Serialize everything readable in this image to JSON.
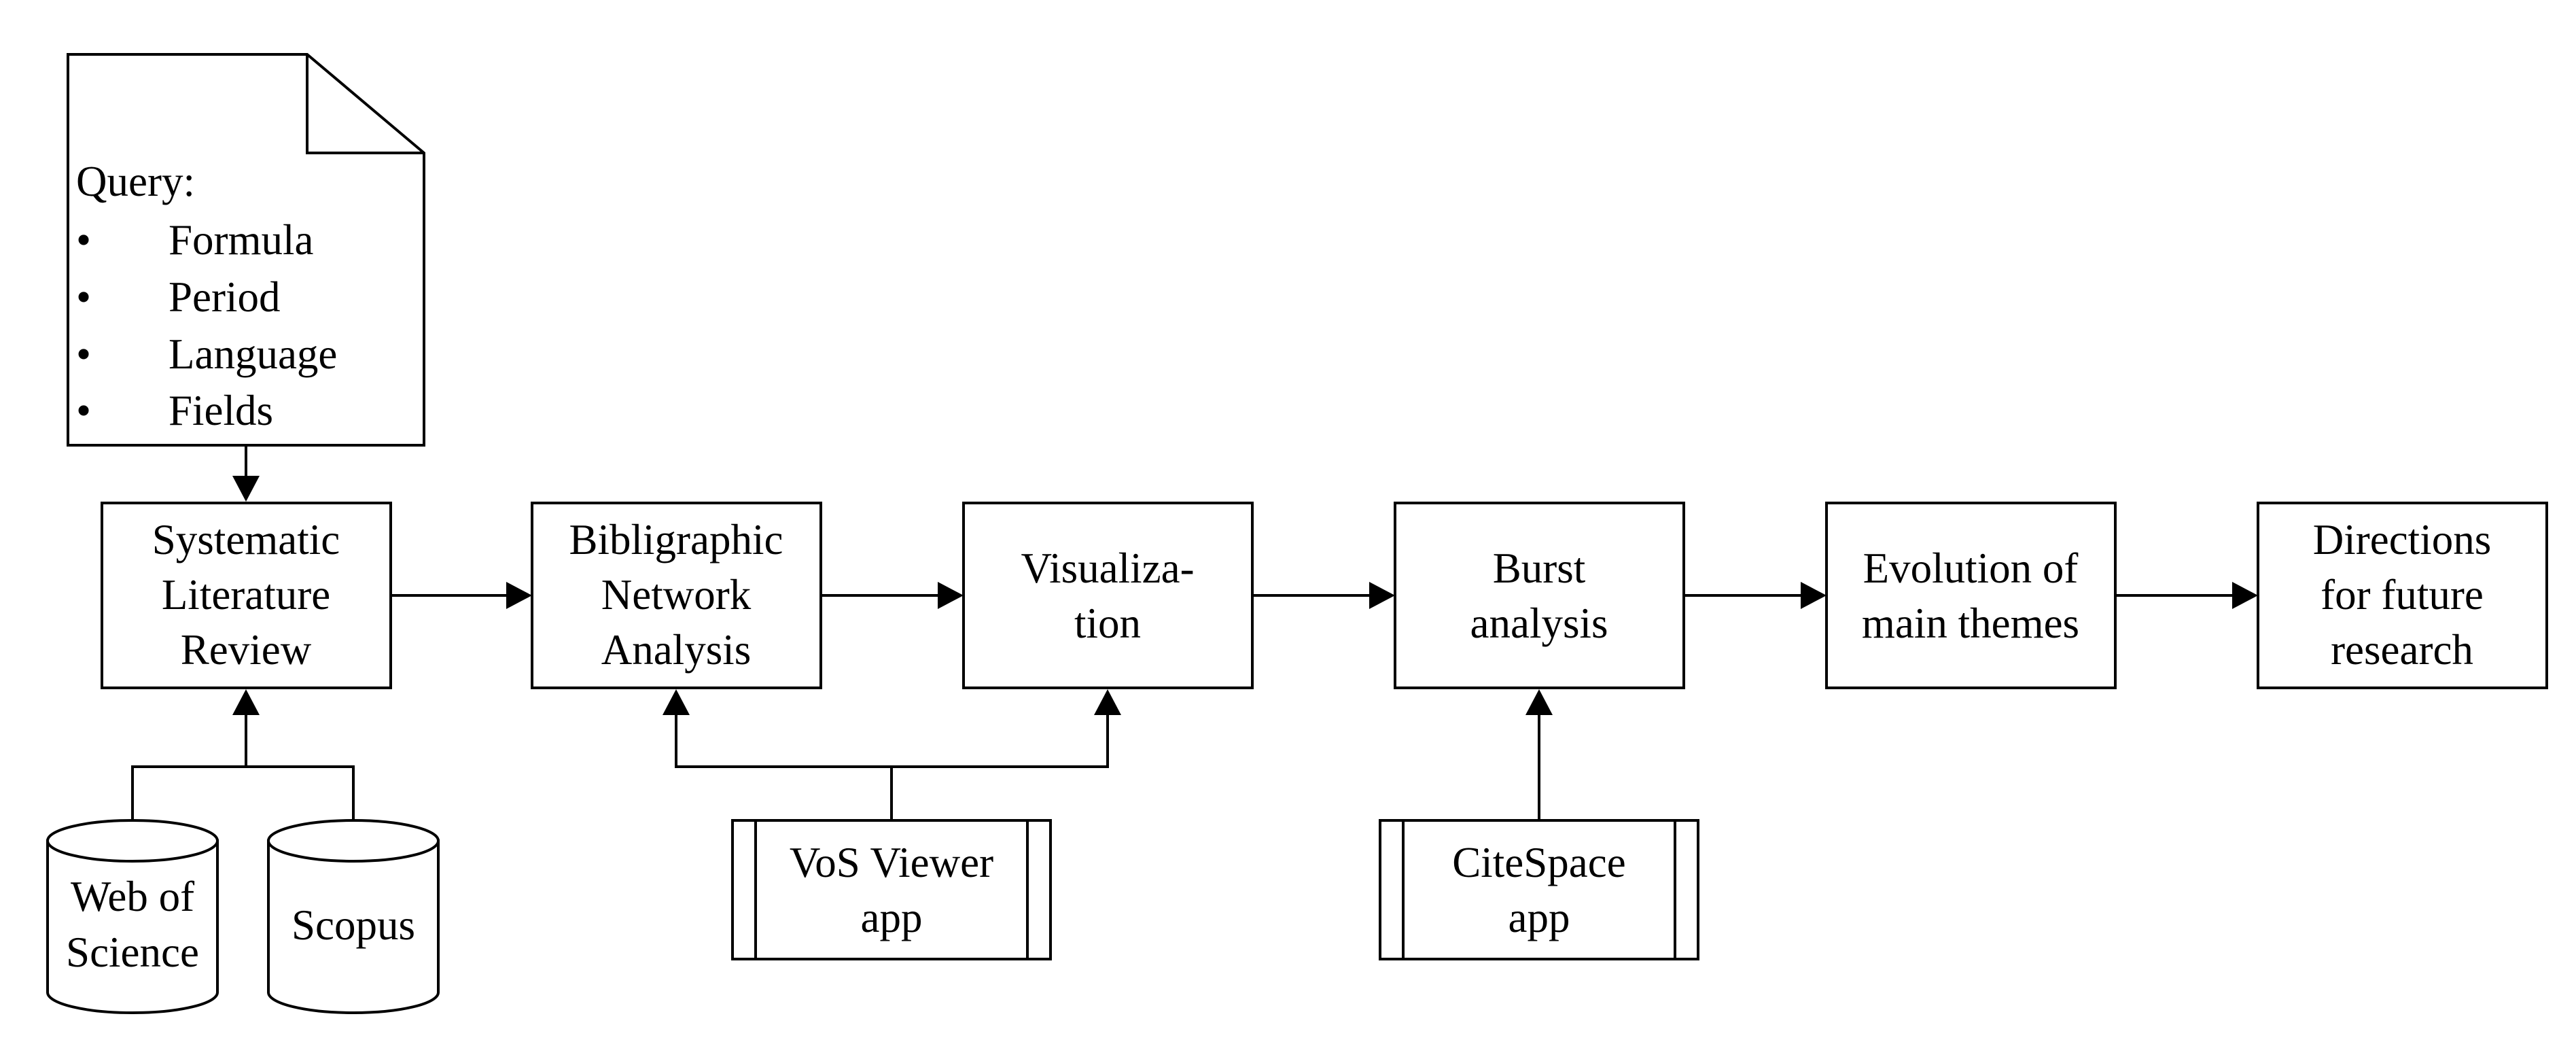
{
  "query_document": {
    "title": "Query:",
    "items": [
      "Formula",
      "Period",
      "Language",
      "Fields"
    ],
    "bullet": "•"
  },
  "process_steps": [
    {
      "id": "systematic-literature-review",
      "lines": [
        "Systematic",
        "Literature",
        "Review"
      ]
    },
    {
      "id": "bibliographic-network-analysis",
      "lines": [
        "Bibligraphic",
        "Network",
        "Analysis"
      ]
    },
    {
      "id": "visualization",
      "lines": [
        "Visualiza-",
        "tion"
      ]
    },
    {
      "id": "burst-analysis",
      "lines": [
        "Burst",
        "analysis"
      ]
    },
    {
      "id": "evolution-of-main-themes",
      "lines": [
        "Evolution of",
        "main themes"
      ]
    },
    {
      "id": "directions-for-future-research",
      "lines": [
        "Directions",
        "for future",
        "research"
      ]
    }
  ],
  "databases": [
    {
      "id": "web-of-science",
      "lines": [
        "Web of",
        "Science"
      ]
    },
    {
      "id": "scopus",
      "lines": [
        "Scopus"
      ]
    }
  ],
  "apps": [
    {
      "id": "vos-viewer",
      "lines": [
        "VoS Viewer",
        "app"
      ]
    },
    {
      "id": "citespace",
      "lines": [
        "CiteSpace",
        "app"
      ]
    }
  ]
}
